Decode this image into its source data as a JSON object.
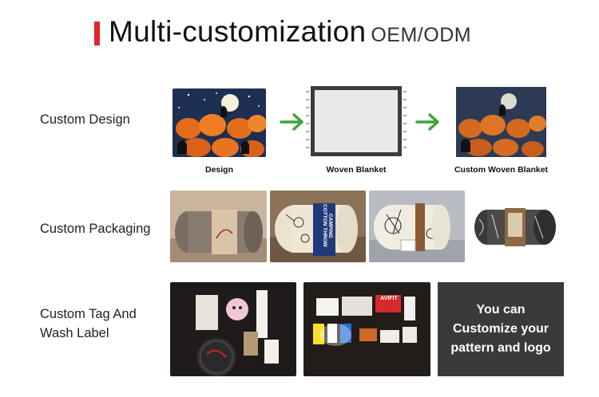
{
  "header": {
    "title": "Multi-customization",
    "subtitle": "OEM/ODM"
  },
  "rows": [
    {
      "label": "Custom Design"
    },
    {
      "label": "Custom Packaging"
    },
    {
      "label_line1": "Custom Tag And",
      "label_line2": "Wash Label"
    }
  ],
  "design_flow": {
    "captions": [
      "Design",
      "Woven Blanket",
      "Custom Woven Blanket"
    ]
  },
  "cta": {
    "line1": "You can",
    "line2": "Customize your",
    "line3": "pattern and logo"
  },
  "packaging_texts": {
    "pkg2": "CAMPING COTTON THROW"
  },
  "tag_texts": {
    "tag2": "AVIFIT"
  },
  "colors": {
    "accent": "#e8202a",
    "arrow": "#3fa33a",
    "cta_bg": "#3a3a3a"
  }
}
